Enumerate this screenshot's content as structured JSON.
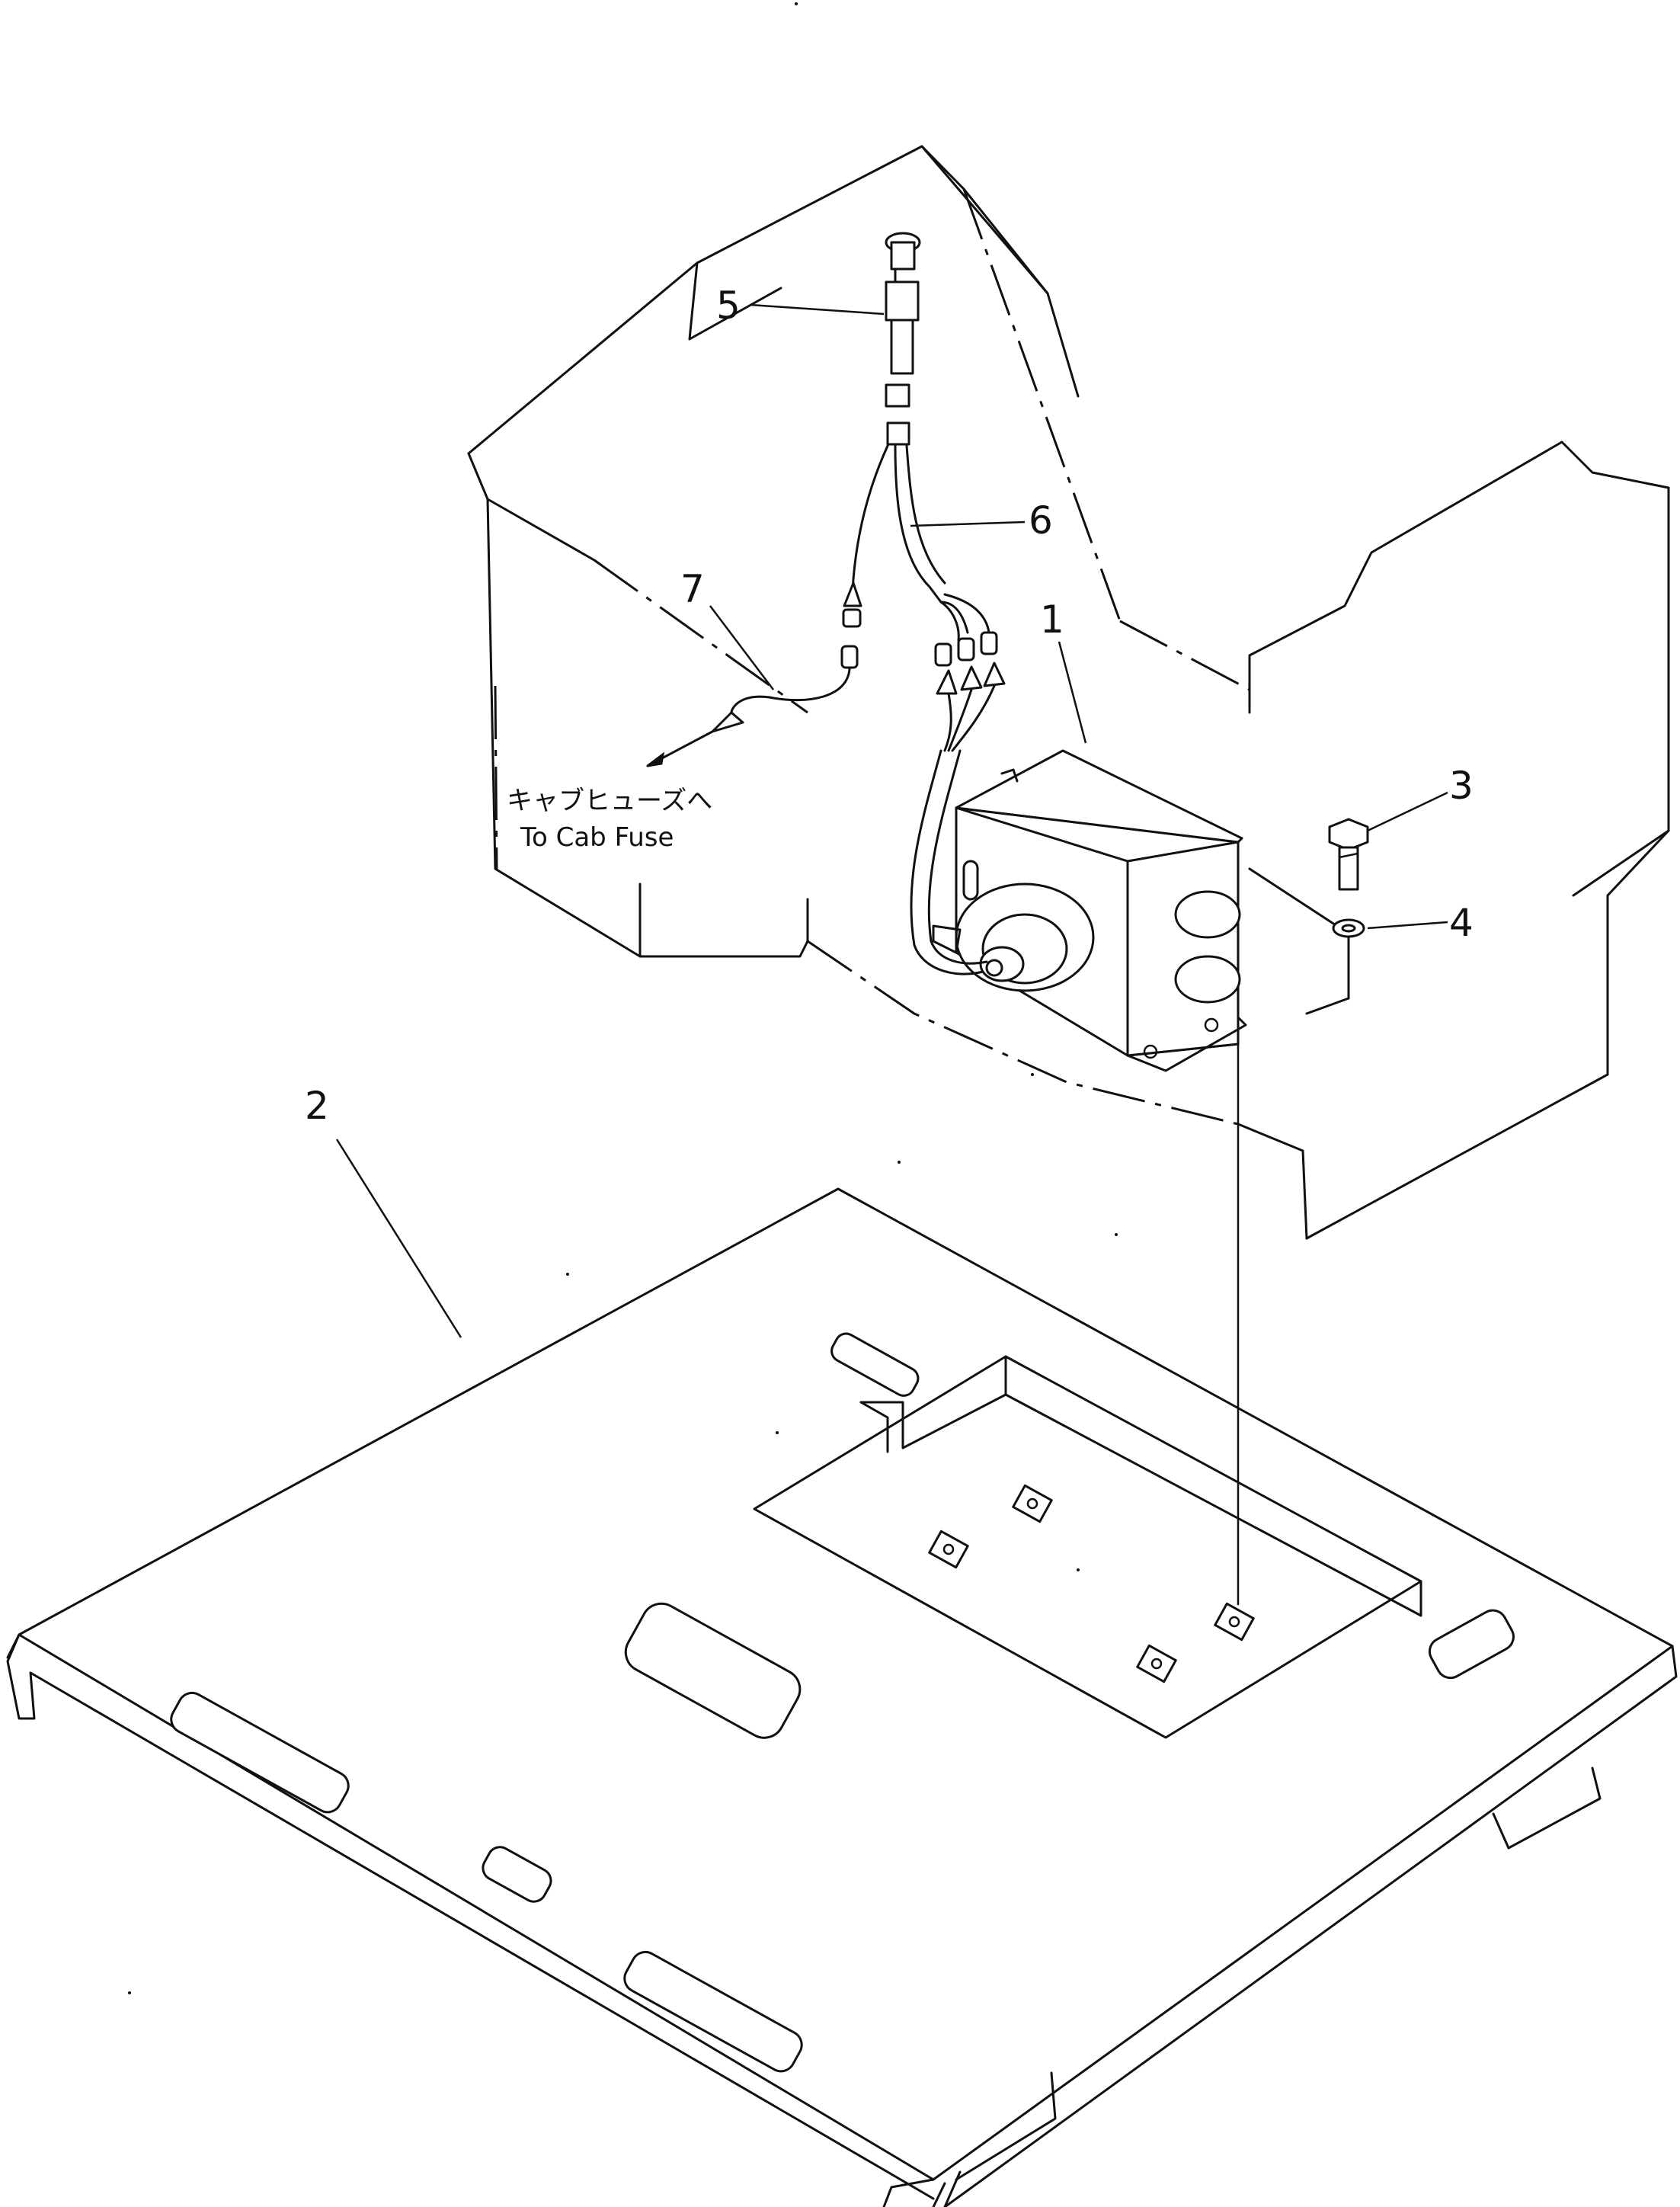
{
  "callouts": {
    "c1": "1",
    "c2": "2",
    "c3": "3",
    "c4": "4",
    "c5": "5",
    "c6": "6",
    "c7": "7"
  },
  "note": {
    "jp": "キャブヒューズへ",
    "en": "To Cab Fuse"
  }
}
